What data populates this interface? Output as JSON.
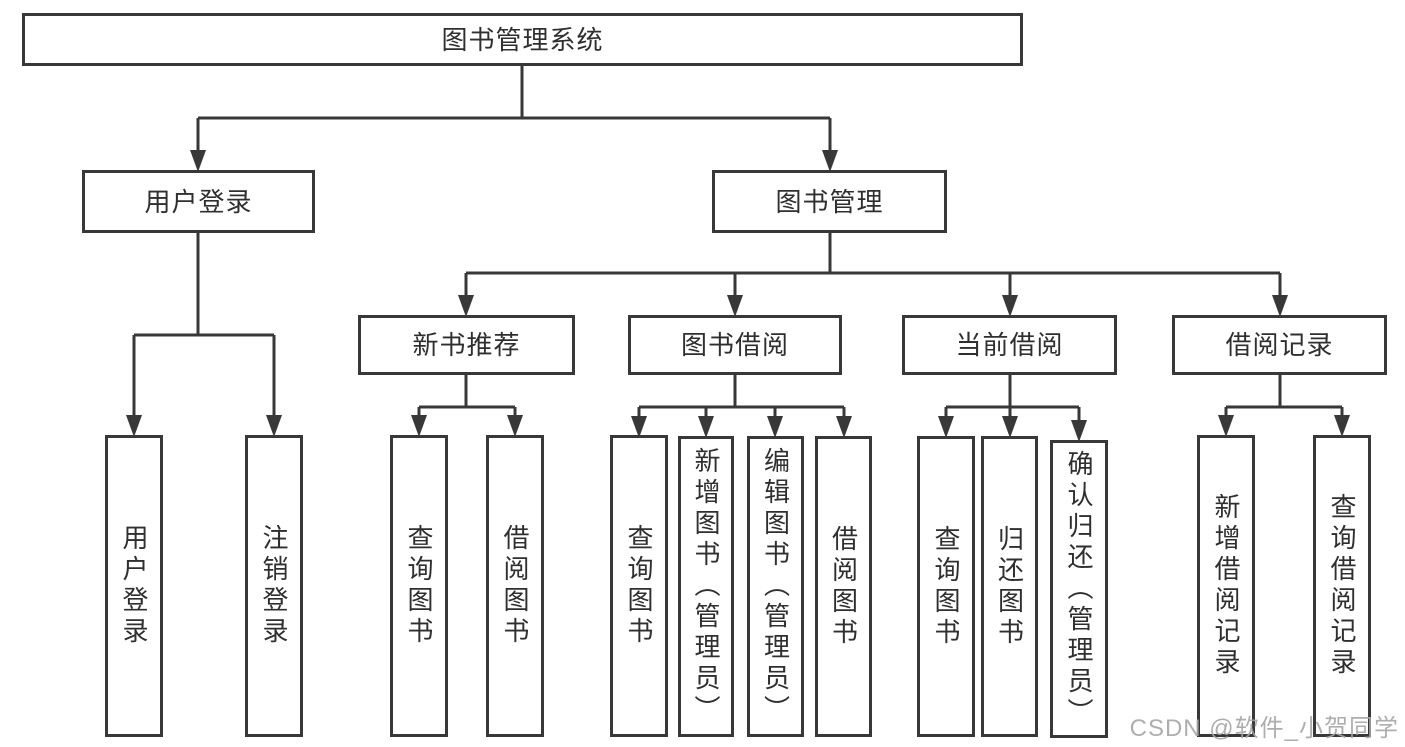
{
  "diagram": {
    "root": {
      "label": "图书管理系统"
    },
    "branches": [
      {
        "label": "用户登录",
        "leaves": [
          "用户登录",
          "注销登录"
        ]
      },
      {
        "label": "图书管理",
        "groups": [
          {
            "label": "新书推荐",
            "leaves": [
              "查询图书",
              "借阅图书"
            ]
          },
          {
            "label": "图书借阅",
            "leaves": [
              "查询图书",
              "新增图书（管理员）",
              "编辑图书（管理员）",
              "借阅图书"
            ]
          },
          {
            "label": "当前借阅",
            "leaves": [
              "查询图书",
              "归还图书",
              "确认归还（管理员）"
            ]
          },
          {
            "label": "借阅记录",
            "leaves": [
              "新增借阅记录",
              "查询借阅记录"
            ]
          }
        ]
      }
    ]
  },
  "watermark": {
    "text": "CSDN @软件_小贺同学"
  },
  "colors": {
    "line": "#383838",
    "text": "#2f2f2f",
    "background": "#ffffff",
    "watermark": "#a6a6a6"
  }
}
